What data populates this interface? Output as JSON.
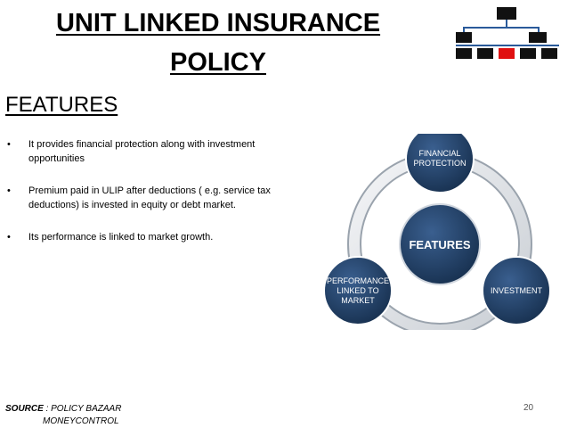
{
  "slide": {
    "title_line1": "UNIT LINKED INSURANCE",
    "title_line2": "POLICY",
    "features_heading": "FEATURES",
    "bullets": [
      "It provides financial protection along with investment opportunities",
      "Premium paid in ULIP after deductions ( e.g. service tax deductions) is invested in equity or debt market.",
      "Its performance is linked to market growth."
    ],
    "diagram": {
      "center": "FEATURES",
      "top": "FINANCIAL PROTECTION",
      "right": "INVESTMENT",
      "left": "PERFORMANCE LINKED TO MARKET"
    },
    "source_label": "SOURCE",
    "source_line1": ": POLICY BAZAAR",
    "source_line2": "MONEYCONTROL",
    "page_number": "20"
  },
  "colors": {
    "circle_fill": "#1f3b63",
    "ring": "#9aa3ad",
    "org_highlight": "#e01010"
  }
}
